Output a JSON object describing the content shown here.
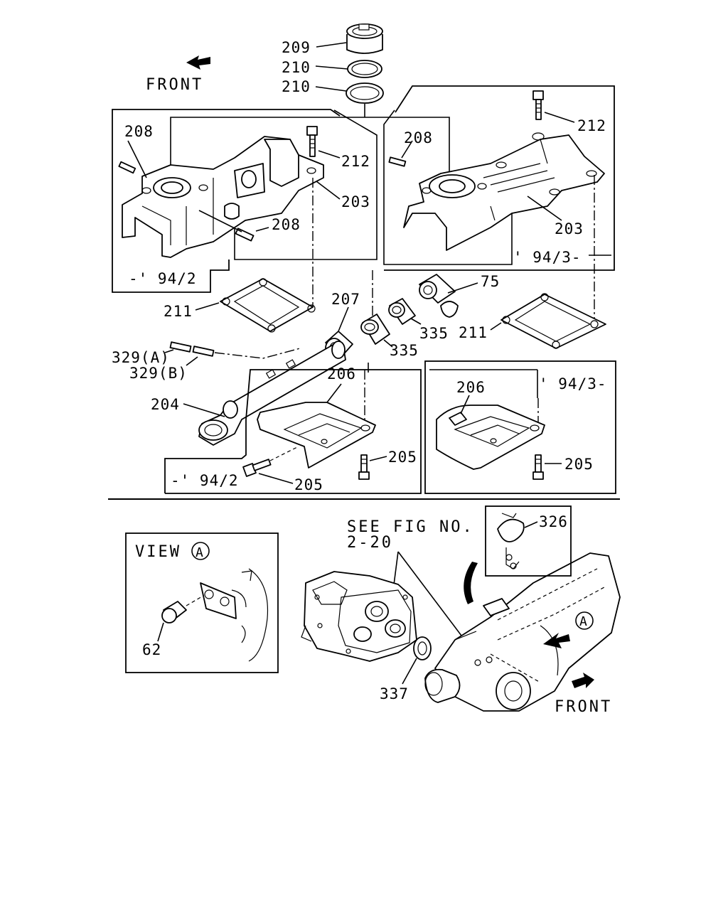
{
  "front_top": "FRONT",
  "front_bottom": "FRONT",
  "see_fig_line1": "SEE FIG NO.",
  "see_fig_line2": "2-20",
  "view_label": "VIEW",
  "view_circle": "A",
  "marker_circle": "A",
  "range_left_top": "-' 94/2",
  "range_right_top": "' 94/3-",
  "range_left_bottom": "-' 94/2",
  "range_right_bottom": "' 94/3-",
  "parts": {
    "p209": "209",
    "p210a": "210",
    "p210b": "210",
    "p208_left_top": "208",
    "p212_left": "212",
    "p203_left": "203",
    "p208_left_mid": "208",
    "p208_right": "208",
    "p212_right": "212",
    "p203_right": "203",
    "p211_left": "211",
    "p207": "207",
    "p75": "75",
    "p335a": "335",
    "p335b": "335",
    "p211_right": "211",
    "p329a": "329(A)",
    "p329b": "329(B)",
    "p206_left": "206",
    "p206_right": "206",
    "p204": "204",
    "p205_left_bolt": "205",
    "p205_left": "205",
    "p205_right": "205",
    "p326": "326",
    "p62": "62",
    "p337": "337"
  }
}
